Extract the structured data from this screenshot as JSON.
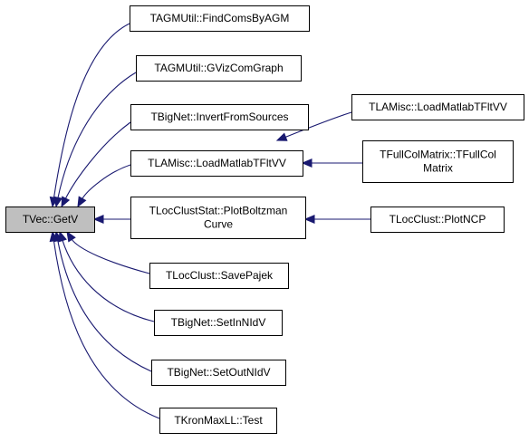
{
  "diagram": {
    "root": {
      "id": "getv",
      "label": "TVec::GetV"
    },
    "nodes": [
      {
        "id": "findcoms",
        "lines": [
          "TAGMUtil::FindComsByAGM"
        ]
      },
      {
        "id": "gviz",
        "lines": [
          "TAGMUtil::GVizComGraph"
        ]
      },
      {
        "id": "invert",
        "lines": [
          "TBigNet::InvertFromSources"
        ]
      },
      {
        "id": "loadmat",
        "lines": [
          "TLAMisc::LoadMatlabTFltVV"
        ]
      },
      {
        "id": "plotboltz",
        "lines": [
          "TLocClustStat::PlotBoltzman",
          "Curve"
        ]
      },
      {
        "id": "savepajek",
        "lines": [
          "TLocClust::SavePajek"
        ]
      },
      {
        "id": "setin",
        "lines": [
          "TBigNet::SetInNIdV"
        ]
      },
      {
        "id": "setout",
        "lines": [
          "TBigNet::SetOutNIdV"
        ]
      },
      {
        "id": "kron",
        "lines": [
          "TKronMaxLL::Test"
        ]
      },
      {
        "id": "loadmat2",
        "lines": [
          "TLAMisc::LoadMatlabTFltVV"
        ]
      },
      {
        "id": "fullcol",
        "lines": [
          "TFullColMatrix::TFullCol",
          "Matrix"
        ]
      },
      {
        "id": "plotncp",
        "lines": [
          "TLocClust::PlotNCP"
        ]
      }
    ],
    "edges": [
      {
        "from": "findcoms",
        "to": "getv"
      },
      {
        "from": "gviz",
        "to": "getv"
      },
      {
        "from": "invert",
        "to": "getv"
      },
      {
        "from": "loadmat",
        "to": "getv"
      },
      {
        "from": "plotboltz",
        "to": "getv"
      },
      {
        "from": "savepajek",
        "to": "getv"
      },
      {
        "from": "setin",
        "to": "getv"
      },
      {
        "from": "setout",
        "to": "getv"
      },
      {
        "from": "kron",
        "to": "getv"
      },
      {
        "from": "loadmat2",
        "to": "loadmat"
      },
      {
        "from": "fullcol",
        "to": "loadmat"
      },
      {
        "from": "plotncp",
        "to": "plotboltz"
      }
    ],
    "colors": {
      "edge": "#191970",
      "root_fill": "#bfbfbf",
      "node_fill": "#ffffff",
      "border": "#000000"
    }
  }
}
